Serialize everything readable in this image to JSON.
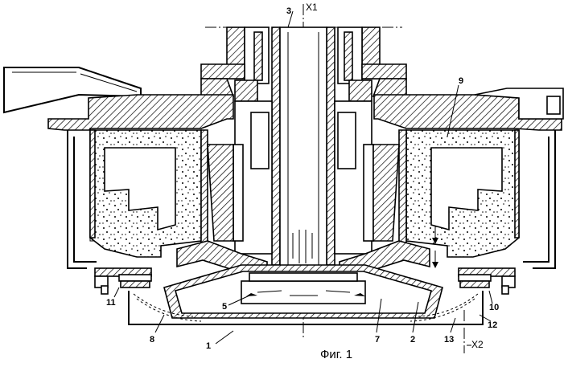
{
  "figure": {
    "caption": "Фиг. 1",
    "labels": {
      "axis_top": "X1",
      "axis_bottom": "X2",
      "n1": "1",
      "n2": "2",
      "n3": "3",
      "n5": "5",
      "n7": "7",
      "n8": "8",
      "n9": "9",
      "n10": "10",
      "n11": "11",
      "n12": "12",
      "n13": "13"
    }
  }
}
